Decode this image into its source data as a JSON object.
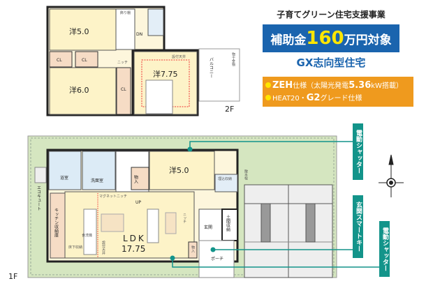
{
  "header": {
    "title": "子育てグリーン住宅支援事業",
    "subsidy_prefix": "補助金",
    "subsidy_amount": "160",
    "subsidy_suffix": "万円対象",
    "house_type": "GX志向型住宅",
    "spec1_main": "ZEH",
    "spec1_rest": "仕様（太陽光発電",
    "spec1_kw": "5.36",
    "spec1_end": "kW搭載）",
    "spec2_a": "HEAT20・",
    "spec2_b": "G2",
    "spec2_c": "グレード仕様"
  },
  "colors": {
    "subsidy_blue": "#1a64ae",
    "spec_orange": "#ef9a1e",
    "tag_teal": "#13948a",
    "lot_green": "#d5e6c0"
  },
  "floor2": {
    "label": "2F",
    "rooms": {
      "western1": "洋5.0",
      "western2": "洋6.0",
      "western3": "洋7.75",
      "cl1": "CL",
      "cl2": "CL",
      "cl3": "CL",
      "balcony": "バルコニー",
      "niche": "ニッチ",
      "dn": "DN",
      "ceiling": "設付天井",
      "drying": "物干金物",
      "shelf": "飾り棚"
    }
  },
  "floor1": {
    "label": "1F",
    "rooms": {
      "bath": "浴室",
      "washroom": "洗面室",
      "storage1": "物入",
      "western": "洋5.0",
      "ldk": "LDK",
      "ldk_size": "17.75",
      "kitchen_storage": "キッチン収納庫",
      "entrance": "玄関",
      "doma_storage": "土間収納",
      "porch": "ポーチ",
      "storage2": "物入",
      "eco_cute": "エコキュート",
      "magnet": "マグネットニッチ",
      "up": "UP",
      "niche": "ニッチ",
      "toilet_storage": "埋込収納",
      "dishwasher": "食洗機",
      "underfloor": "床下収納",
      "ceiling": "設付天井",
      "faucet": "散水栓"
    }
  },
  "callouts": {
    "shutter1": "電動シャッター",
    "smart_key": "玄関スマートキー",
    "shutter2": "電動シャッター"
  },
  "compass": {
    "icon": "compass-north-icon"
  }
}
